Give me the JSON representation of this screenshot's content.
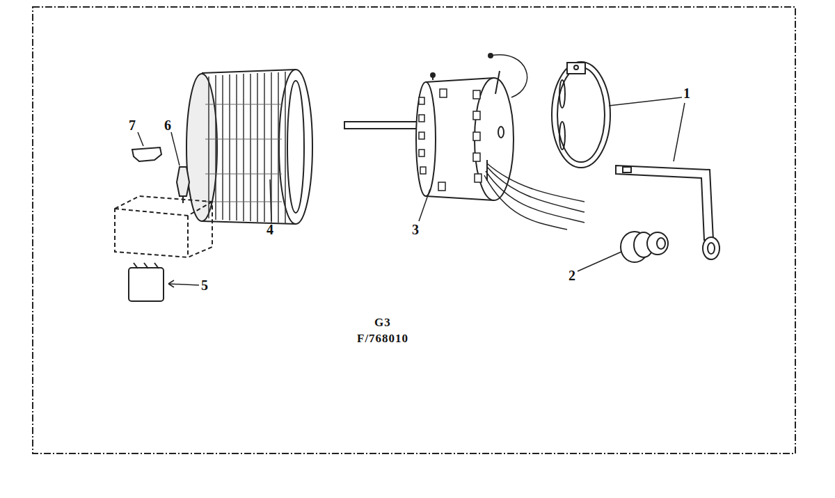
{
  "diagram": {
    "labels": [
      "7",
      "6",
      "4",
      "3",
      "1",
      "2",
      "5",
      "G3",
      "F/768010"
    ]
  }
}
